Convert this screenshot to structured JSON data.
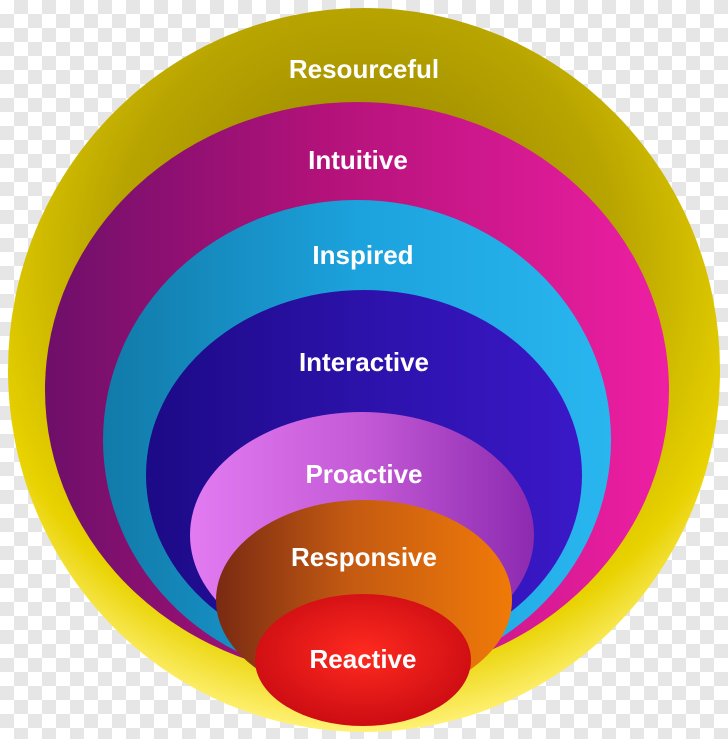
{
  "diagram": {
    "rings": [
      {
        "label": "Resourceful",
        "color": "#b8a400"
      },
      {
        "label": "Intuitive",
        "color": "#c2187f"
      },
      {
        "label": "Inspired",
        "color": "#1a9fd8"
      },
      {
        "label": "Interactive",
        "color": "#2a10a8"
      },
      {
        "label": "Proactive",
        "color": "#c45ad6"
      },
      {
        "label": "Responsive",
        "color": "#d8680e"
      },
      {
        "label": "Reactive",
        "color": "#e4141a"
      }
    ]
  }
}
